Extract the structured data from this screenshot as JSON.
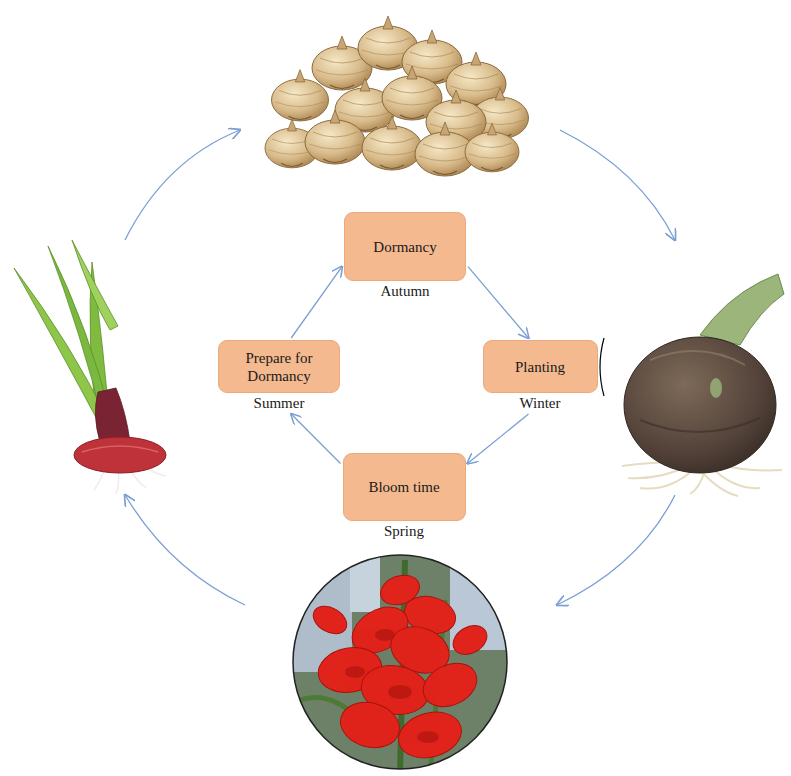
{
  "diagram": {
    "nodes": [
      {
        "text": [
          "Dormancy",
          "Autumn"
        ]
      },
      {
        "text": [
          "Planting",
          "Winter"
        ]
      },
      {
        "text": [
          "Bloom time",
          "Spring"
        ]
      },
      {
        "text": [
          "Prepare for Dormancy",
          "Summer"
        ]
      }
    ],
    "edges": [
      {
        "from": 0,
        "to": 1,
        "arrow": "to"
      },
      {
        "from": 1,
        "to": 2,
        "arrow": "to"
      },
      {
        "from": 2,
        "to": 3,
        "arrow": "to"
      },
      {
        "from": 3,
        "to": 0,
        "arrow": "to"
      }
    ]
  }
}
